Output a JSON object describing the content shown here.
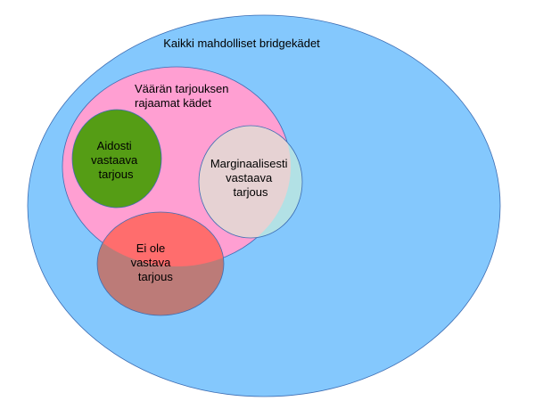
{
  "diagram": {
    "colors": {
      "all_hands": "#84c8fd",
      "wrong_bid": "#ff9fd2",
      "exact": "#559d15",
      "marginal": "#e6d2d3",
      "marginal_edge": "#b2e1e5",
      "no_match": "#ff6d6d",
      "no_match_overlap": "#bc7b78",
      "outline": "#3d6db3"
    },
    "sets": {
      "all_hands": {
        "label": "Kaikki mahdolliset bridgekädet"
      },
      "wrong_bid": {
        "label_lines": [
          "Väärän tarjouksen",
          "rajaamat kädet"
        ]
      },
      "exact": {
        "label_lines": [
          "Aidosti",
          "vastaava",
          "tarjous"
        ]
      },
      "marginal": {
        "label_lines": [
          "Marginaalisesti",
          "vastaava",
          "tarjous"
        ]
      },
      "no_match": {
        "label_lines": [
          "Ei ole",
          "vastava",
          " tarjous"
        ]
      }
    }
  }
}
